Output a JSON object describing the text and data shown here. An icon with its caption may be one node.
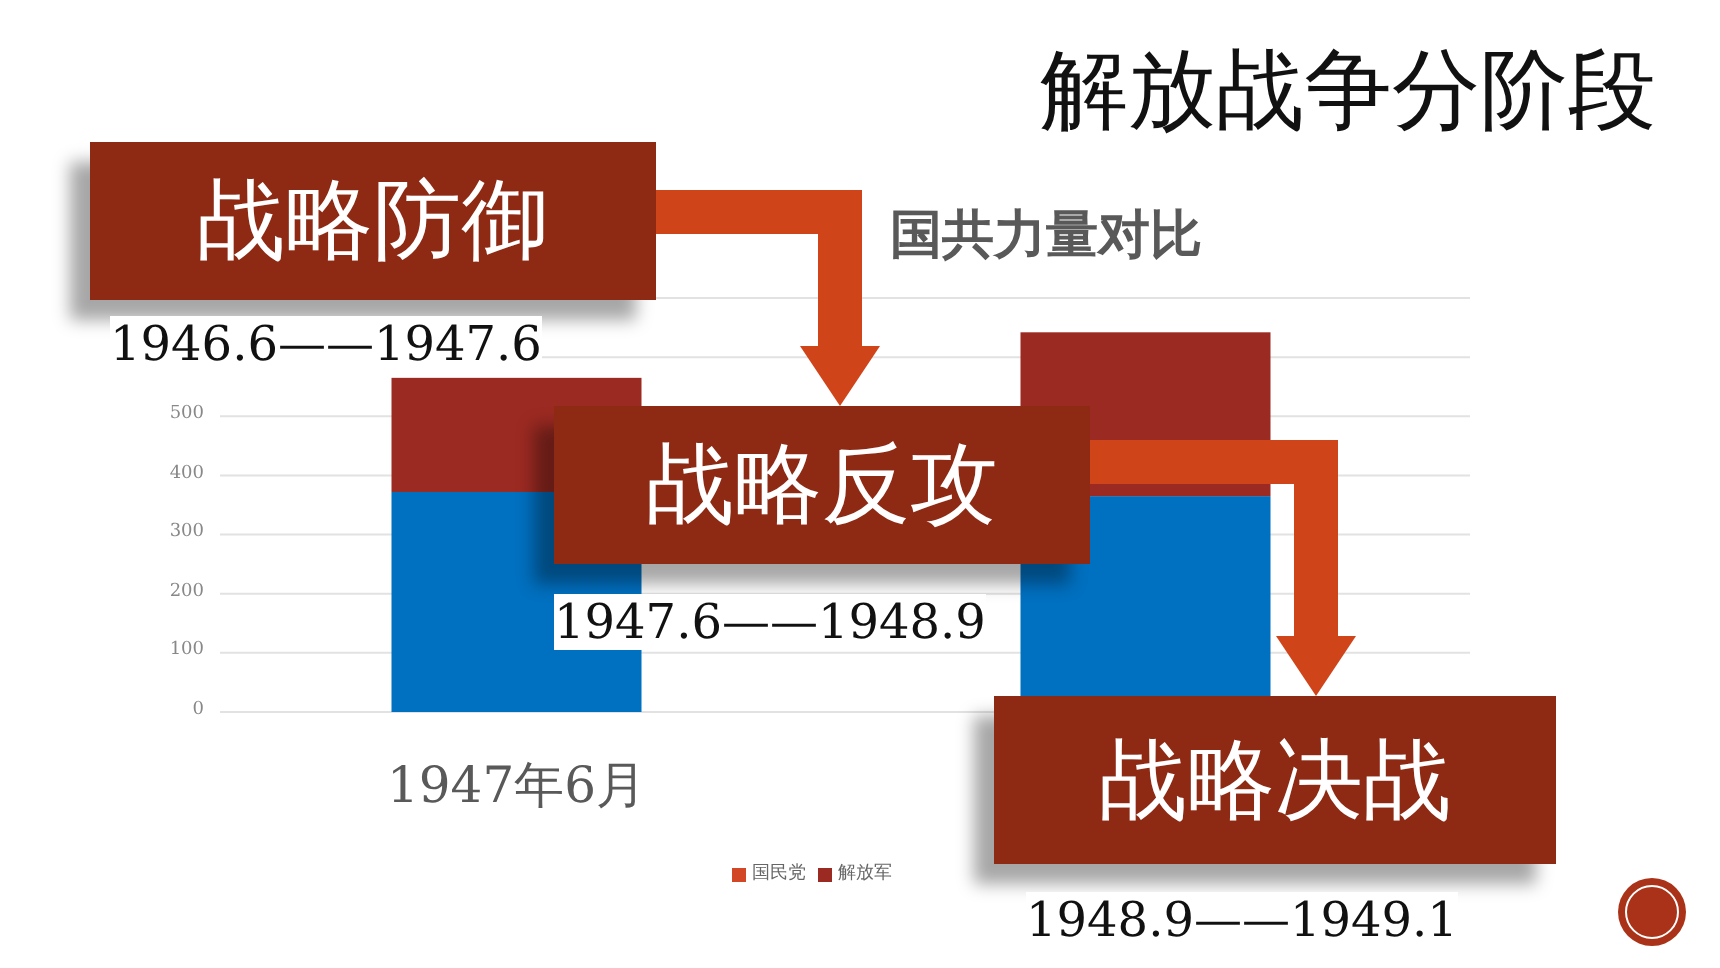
{
  "diagram": {
    "title": "解放战争分阶段",
    "nodes": [
      {
        "text": [
          "战略防御"
        ],
        "beside": [
          "1946.6——1947.6"
        ]
      },
      {
        "text": [
          "战略反攻"
        ],
        "beside": [
          "1947.6——1948.9"
        ]
      },
      {
        "text": [
          "战略决战"
        ],
        "beside": [
          "1948.9——1949.1"
        ]
      }
    ],
    "edges": [
      {
        "from": 0,
        "to": 1,
        "arrow": "to"
      },
      {
        "from": 1,
        "to": 2,
        "arrow": "to"
      }
    ],
    "legend": [
      {
        "text": "国民党",
        "color": "#d24726"
      },
      {
        "text": "解放军",
        "color": "#9b2a22"
      }
    ],
    "chart_data": {
      "type": "bar",
      "title": "国共力量对比",
      "categories": [
        "1947年6月",
        null
      ],
      "stacked": true,
      "series": [
        {
          "color": "#0070c0",
          "values": [
            372,
            365
          ]
        },
        {
          "color": "#9b2a22",
          "values": [
            193,
            277
          ]
        }
      ],
      "ylim": [
        0,
        700
      ],
      "yticks": [
        0,
        100,
        200,
        300,
        400,
        500
      ],
      "grid": true
    }
  }
}
